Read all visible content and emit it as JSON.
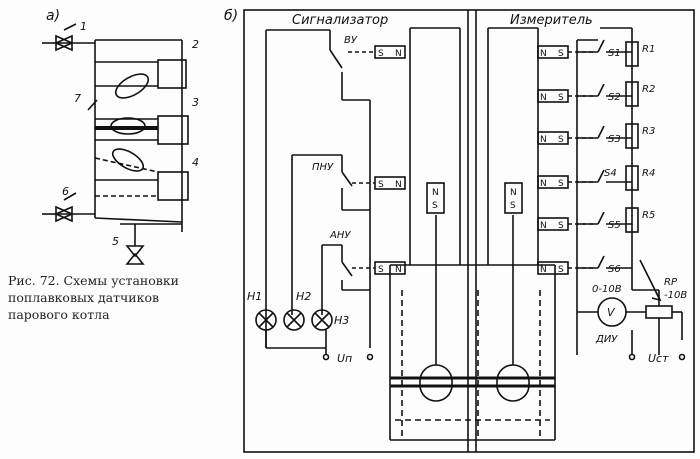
{
  "panel_a": {
    "letter": "a)",
    "labels": [
      "1",
      "2",
      "3",
      "4",
      "5",
      "6",
      "7"
    ]
  },
  "panel_b": {
    "letter": "б)",
    "signalizer_title": "Сигнализатор",
    "meter_title": "Измеритель",
    "relays": [
      "ВУ",
      "ПНУ",
      "АНУ"
    ],
    "lamps": [
      "H1",
      "H2",
      "H3"
    ],
    "supply_left": "Uп",
    "supply_right": "Uст",
    "switches": [
      "S1",
      "S2",
      "S3",
      "S4",
      "S5",
      "S6"
    ],
    "resistors": [
      "R1",
      "R2",
      "R3",
      "R4",
      "R5"
    ],
    "meter_range": "0-10В",
    "meter_symbol": "V",
    "meter_name": "ДИУ",
    "rp_label": "RP",
    "rp_value": "-10В",
    "float_box_left": [
      "N",
      "S"
    ],
    "float_box_right": [
      "N",
      "S"
    ],
    "sensor_left": [
      "S",
      "N"
    ],
    "sensor_right": [
      "N",
      "S"
    ]
  },
  "caption": {
    "line1": "Рис. 72. Схемы установки",
    "line2": "поплавковых датчиков",
    "line3": "парового котла"
  }
}
